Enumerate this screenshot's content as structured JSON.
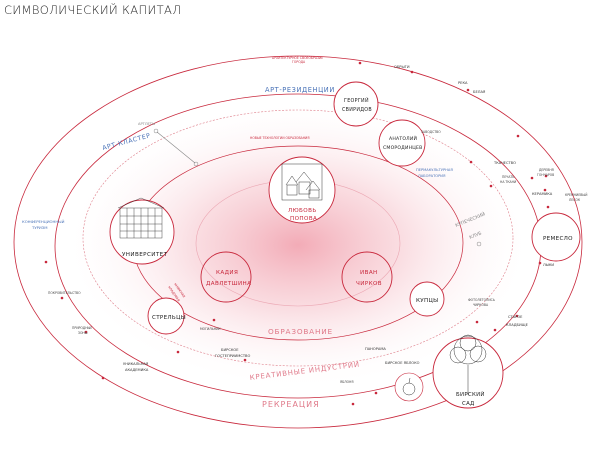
{
  "title": "СИМВОЛИЧЕСКИЙ КАПИТАЛ",
  "colors": {
    "accent": "#c8283c",
    "blue": "#4a73b8",
    "grey": "#8a8a8a",
    "glow": "#f2a7b3"
  },
  "rings": {
    "recreation": "РЕКРЕАЦИЯ",
    "creative": "КРЕАТИВНЫЕ ИНДУСТРИИ",
    "education": "ОБРАЗОВАНИЕ",
    "art_residences": "АРТ-РЕЗИДЕНЦИИ",
    "art_cluster": "АРТ-КЛАСТЕР"
  },
  "nodes": {
    "university": "УНИВЕРСИТЕТ",
    "lyubov_1": "ЛЮБОВЬ",
    "lyubov_2": "ПОПОВА",
    "kadiya_1": "КАДИЯ",
    "kadiya_2": "ДАВЛЕТШИНА",
    "ivan_1": "ИВАН",
    "ivan_2": "ЧИРКОВ",
    "streltsy": "СТРЕЛЬЦЫ",
    "kuptsy": "КУПЦЫ",
    "remeslo": "РЕМЕСЛО",
    "georgy_1": "ГЕОРГИЙ",
    "georgy_2": "СВИРИДОВ",
    "anatoly_1": "АНАТОЛИЙ",
    "anatoly_2": "СМОРОДИНЦЕВ",
    "garden_1": "БИРСКИЙ",
    "garden_2": "САД"
  },
  "labels": {
    "obrygi": "ОБРЫГИ",
    "reka": "РЕКА",
    "belaya": "БЕЛАЯ",
    "tkachestvo": "ТКАЧЕСТВО",
    "keramika": "КЕРАМИКА",
    "lyki": "ЛЫКИ",
    "staroe_1": "СТАРОЕ",
    "staroe_2": "КЛАДБИЩЕ",
    "panorama": "ПАНОРАМА",
    "birskoe_apple": "БИРСКОЕ ЯБЛОКО",
    "gostepriimstvo_1": "БИРСКОЕ",
    "gostepriimstvo_2": "ГОСТЕПРИИМСТВО",
    "unique_1": "УНИКАЛЬНАЯ",
    "unique_2": "АКАДЕМИКА",
    "kupech_1": "КУПЕЧЕСКИЙ",
    "kupech_2": "КЛУБ",
    "permakultura_1": "ПЕРМАКУЛЬТУРНАЯ",
    "permakultura_2": "ЛАБОРАТОРИЯ",
    "conference_1": "КОНФЕРЕНЦИОННЫЙ",
    "conference_2": "ТУРИЗМ",
    "artlet": "АРТЛЕТЫ",
    "mogilnik": "МОГИЛЬНИК",
    "arch_top_1": "АРХИТЕКТУРНОЕ СВОЕОБРАЗИЕ",
    "arch_top_2": "ГОРОДА",
    "new_tech": "НОВЫЕ ТЕХНОЛОГИИ ОБРАЗОВАНИЯ",
    "zavod": "ЗАВОДСТВО",
    "pechat_1": "ПЕЧАТЬ",
    "pechat_2": "НА ТКАНИ",
    "derevo_1": "ДЕРЕВНЯ",
    "derevo_2": "ГОНЧАРОВ",
    "kremn_1": "КРЕМНИЕВЫЙ",
    "kremn_2": "ЛЕСОК",
    "photos_1": "ФОТОЛЕТОПИСЬ",
    "photos_2": "ЧИРКОВА",
    "pokrovitelstvo": "ПОКРОВИТЕЛЬСТВО",
    "natural_1": "ПРИРОДНЫЕ",
    "natural_2": "ЗОНЫ",
    "yablonya": "ЯБЛОНЯ",
    "library_1": "КНИЖНАЯ",
    "library_2": "КЛАДОВАЯ"
  }
}
